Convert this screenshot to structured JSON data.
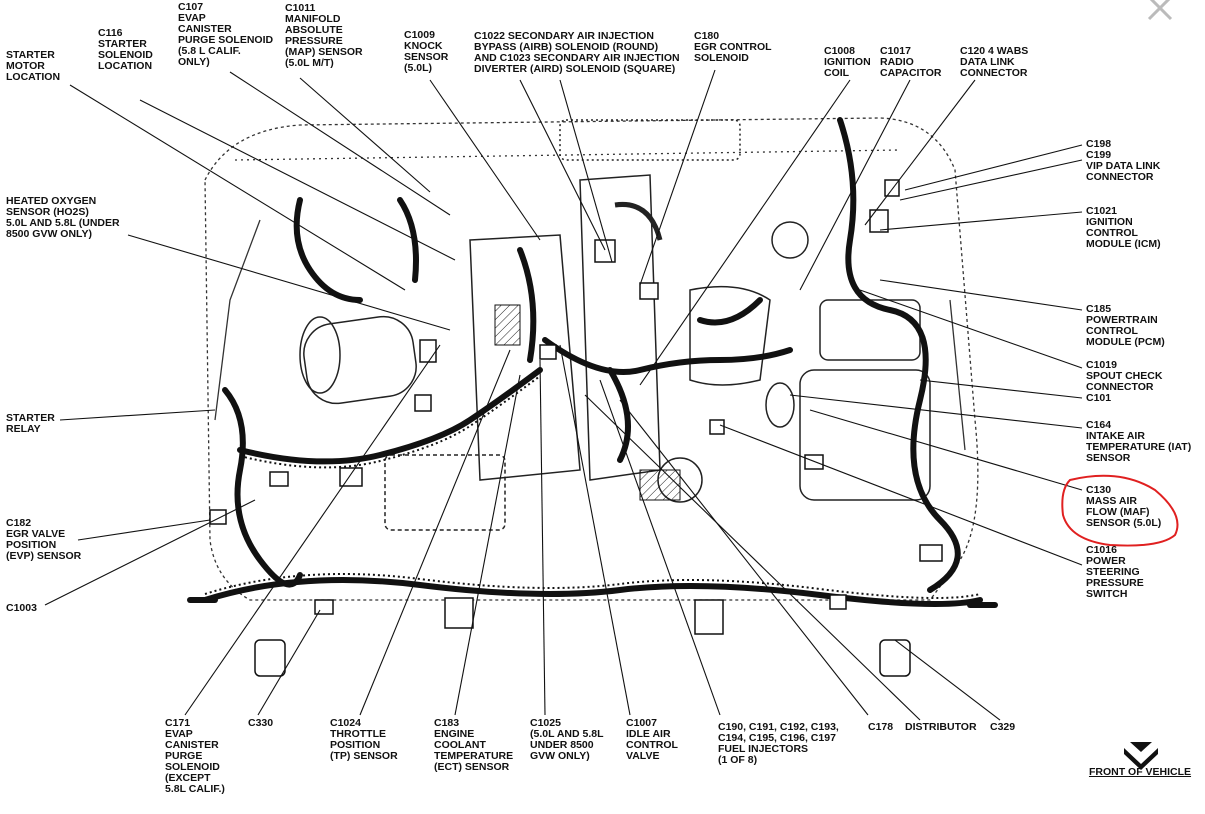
{
  "diagram": {
    "labels": [
      {
        "id": "starter-motor",
        "lines": [
          "STARTER",
          "MOTOR",
          "LOCATION"
        ]
      },
      {
        "id": "c116",
        "lines": [
          "C116",
          "STARTER",
          "SOLENOID",
          "LOCATION"
        ]
      },
      {
        "id": "c107",
        "lines": [
          "C107",
          "EVAP",
          "CANISTER",
          "PURGE SOLENOID",
          "(5.8 L CALIF.",
          "ONLY)"
        ]
      },
      {
        "id": "c1011",
        "lines": [
          "C1011",
          "MANIFOLD",
          "ABSOLUTE",
          "PRESSURE",
          "(MAP) SENSOR",
          "(5.0L M/T)"
        ]
      },
      {
        "id": "c1009",
        "lines": [
          "C1009",
          "KNOCK",
          "SENSOR",
          "(5.0L)"
        ]
      },
      {
        "id": "c1022",
        "lines": [
          "C1022 SECONDARY AIR INJECTION",
          "BYPASS (AIRB) SOLENOID (ROUND)",
          "AND C1023 SECONDARY AIR INJECTION",
          "DIVERTER (AIRD) SOLENOID (SQUARE)"
        ]
      },
      {
        "id": "c180",
        "lines": [
          "C180",
          "EGR CONTROL",
          "SOLENOID"
        ]
      },
      {
        "id": "c1008",
        "lines": [
          "C1008",
          "IGNITION",
          "COIL"
        ]
      },
      {
        "id": "c1017",
        "lines": [
          "C1017",
          "RADIO",
          "CAPACITOR"
        ]
      },
      {
        "id": "c120",
        "lines": [
          "C120 4 WABS",
          "DATA LINK",
          "CONNECTOR"
        ]
      },
      {
        "id": "ho2s",
        "lines": [
          "HEATED OXYGEN",
          "SENSOR (HO2S)",
          "5.0L AND 5.8L (UNDER",
          "8500 GVW ONLY)"
        ]
      },
      {
        "id": "c198",
        "lines": [
          "C198",
          "C199",
          "VIP DATA LINK",
          "CONNECTOR"
        ]
      },
      {
        "id": "c1021",
        "lines": [
          "C1021",
          "IGNITION",
          "CONTROL",
          "MODULE (ICM)"
        ]
      },
      {
        "id": "c185",
        "lines": [
          "C185",
          "POWERTRAIN",
          "CONTROL",
          "MODULE (PCM)"
        ]
      },
      {
        "id": "c1019",
        "lines": [
          "C1019",
          "SPOUT CHECK",
          "CONNECTOR",
          "C101"
        ]
      },
      {
        "id": "c164",
        "lines": [
          "C164",
          "INTAKE AIR",
          "TEMPERATURE (IAT)",
          "SENSOR"
        ]
      },
      {
        "id": "starter-relay",
        "lines": [
          "STARTER",
          "RELAY"
        ]
      },
      {
        "id": "c130",
        "lines": [
          "C130",
          "MASS AIR",
          "FLOW (MAF)",
          "SENSOR (5.0L)"
        ]
      },
      {
        "id": "c1016",
        "lines": [
          "C1016",
          "POWER",
          "STEERING",
          "PRESSURE",
          "SWITCH"
        ]
      },
      {
        "id": "c182",
        "lines": [
          "C182",
          "EGR VALVE",
          "POSITION",
          "(EVP) SENSOR"
        ]
      },
      {
        "id": "c1003",
        "lines": [
          "C1003"
        ]
      },
      {
        "id": "c171",
        "lines": [
          "C171",
          "EVAP",
          "CANISTER",
          "PURGE",
          "SOLENOID",
          "(EXCEPT",
          "5.8L CALIF.)"
        ]
      },
      {
        "id": "c330",
        "lines": [
          "C330"
        ]
      },
      {
        "id": "c1024",
        "lines": [
          "C1024",
          "THROTTLE",
          "POSITION",
          "(TP) SENSOR"
        ]
      },
      {
        "id": "c183",
        "lines": [
          "C183",
          "ENGINE",
          "COOLANT",
          "TEMPERATURE",
          "(ECT) SENSOR"
        ]
      },
      {
        "id": "c1025",
        "lines": [
          "C1025",
          "(5.0L AND 5.8L",
          "UNDER 8500",
          "GVW ONLY)"
        ]
      },
      {
        "id": "c1007",
        "lines": [
          "C1007",
          "IDLE AIR",
          "CONTROL",
          "VALVE"
        ]
      },
      {
        "id": "c190",
        "lines": [
          "C190, C191, C192, C193,",
          "C194, C195, C196, C197",
          "FUEL INJECTORS",
          "(1 OF 8)"
        ]
      },
      {
        "id": "c178",
        "lines": [
          "C178"
        ]
      },
      {
        "id": "distributor",
        "lines": [
          "DISTRIBUTOR"
        ]
      },
      {
        "id": "c329",
        "lines": [
          "C329"
        ]
      }
    ],
    "front_label": "FRONT OF VEHICLE",
    "highlight_color": "#e02020",
    "close_icon": "close-icon"
  }
}
